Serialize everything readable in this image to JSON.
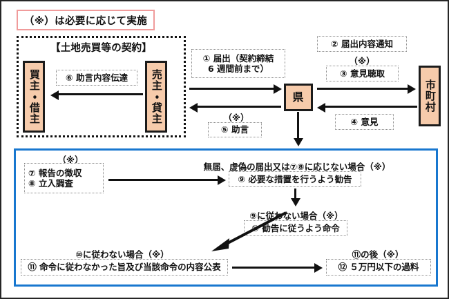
{
  "diagram": {
    "type": "administrative-flow",
    "legend": {
      "text": "（※）は必要に応じて実施"
    },
    "colors": {
      "actor_fill": "#f6cbab",
      "actor_border": "#1b1b1b",
      "legend_border": "#f09b9b",
      "section_border": "#1877cf",
      "line": "#111111",
      "label_border": "#8a8a8a"
    },
    "contract_section": {
      "title": "【土地売買等の契約】",
      "actors": [
        {
          "id": "buyer",
          "label": "買主・借主"
        },
        {
          "id": "seller",
          "label": "売主・貸主"
        }
      ],
      "flow": {
        "step": "⑥ 助言内容伝達",
        "direction": "seller-to-buyer"
      }
    },
    "actors": [
      {
        "id": "prefecture",
        "label": "県"
      },
      {
        "id": "municipality",
        "label": "市町村"
      }
    ],
    "upper_flows": {
      "step1_line1": "① 届出（契約締結",
      "step1_line2": "6 週間前まで）",
      "step5_note": "（※）",
      "step5": "⑤ 助言",
      "step2": "② 届出内容通知",
      "step3_note": "（※）",
      "step3": "③ 意見聴取",
      "step4": "④ 意見"
    },
    "enforcement_section": {
      "step78_note": "（※）",
      "step7": "⑦ 報告の徴収",
      "step8": "⑧ 立入調査",
      "step9_condition": "無届、虚偽の届出又は⑦⑧に応じない場合（※）",
      "step9": "⑨ 必要な措置を行うよう勧告",
      "step10_condition": "⑨に従わない場合（※）",
      "step10": "⑩ 勧告に従うよう命令",
      "step11_condition": "⑩に従わない場合（※）",
      "step11": "⑪ 命令に従わなかった旨及び当該命令の内容公表",
      "step12_condition": "⑪の後（※）",
      "step12": "⑫ ５万円以下の過料"
    }
  }
}
